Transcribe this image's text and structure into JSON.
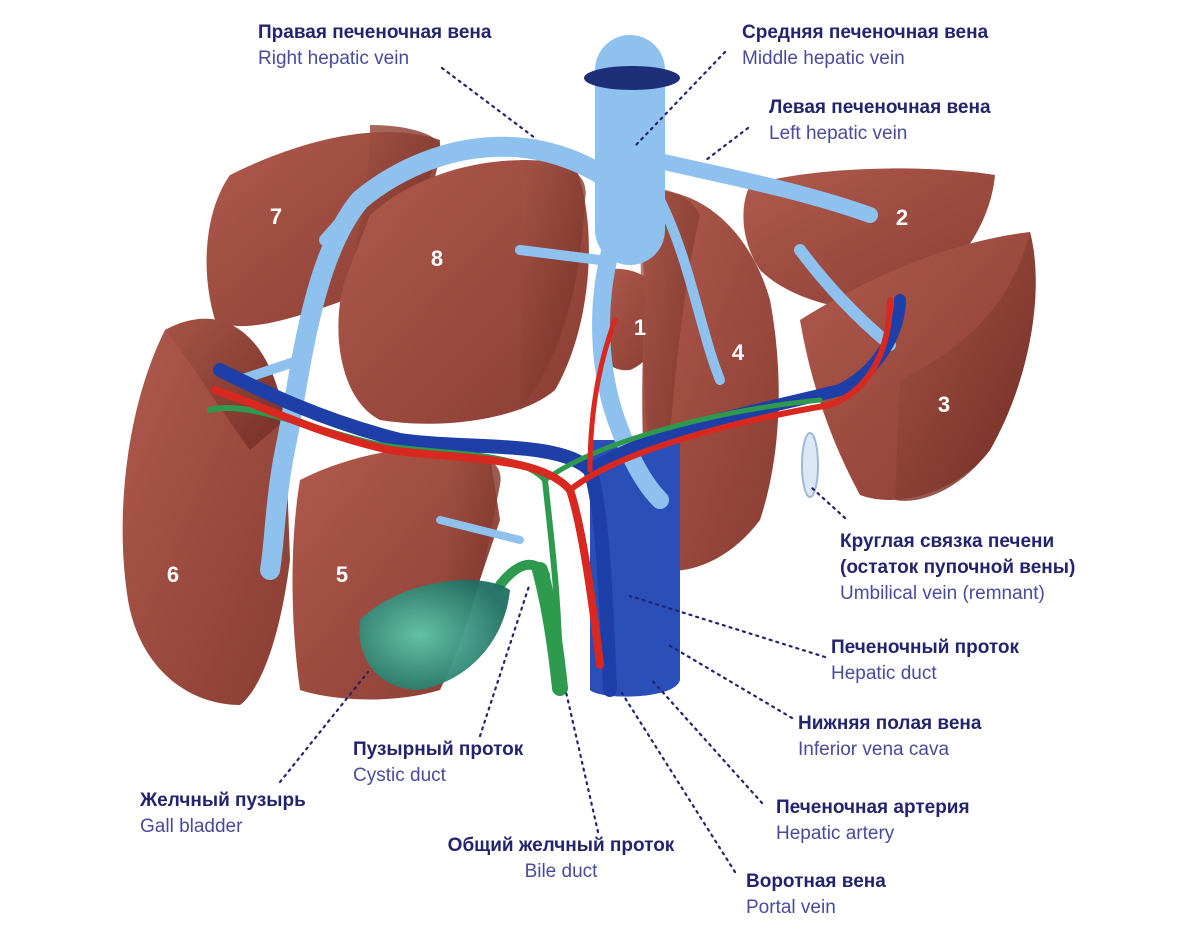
{
  "segments": [
    "1",
    "2",
    "3",
    "4",
    "5",
    "6",
    "7",
    "8"
  ],
  "labels": {
    "right_hepatic_vein": {
      "ru": "Правая печеночная вена",
      "en": "Right hepatic vein"
    },
    "middle_hepatic_vein": {
      "ru": "Средняя печеночная вена",
      "en": "Middle hepatic vein"
    },
    "left_hepatic_vein": {
      "ru": "Левая печеночная вена",
      "en": "Left hepatic vein"
    },
    "umbilical_vein": {
      "ru1": "Круглая связка печени",
      "ru2": "(остаток пупочной вены)",
      "en": "Umbilical vein (remnant)"
    },
    "hepatic_duct": {
      "ru": "Печеночный проток",
      "en": "Hepatic duct"
    },
    "inferior_vena_cava": {
      "ru": "Нижняя полая вена",
      "en": "Inferior vena cava"
    },
    "hepatic_artery": {
      "ru": "Печеночная артерия",
      "en": "Hepatic artery"
    },
    "portal_vein": {
      "ru": "Воротная вена",
      "en": "Portal vein"
    },
    "bile_duct": {
      "ru": "Общий желчный проток",
      "en": "Bile duct"
    },
    "cystic_duct": {
      "ru": "Пузырный проток",
      "en": "Cystic duct"
    },
    "gall_bladder": {
      "ru": "Желчный пузырь",
      "en": "Gall bladder"
    }
  },
  "colors": {
    "liver": "#9c4a3e",
    "liver_dark": "#7a3128",
    "hepatic_vein": "#8fc1ee",
    "portal_vein": "#1f3fa8",
    "hepatic_artery": "#d8281f",
    "bile_duct": "#2e9a4e",
    "gall_bladder": "#2f9a83",
    "label_ru": "#24246e",
    "label_en": "#4a4a9c"
  }
}
